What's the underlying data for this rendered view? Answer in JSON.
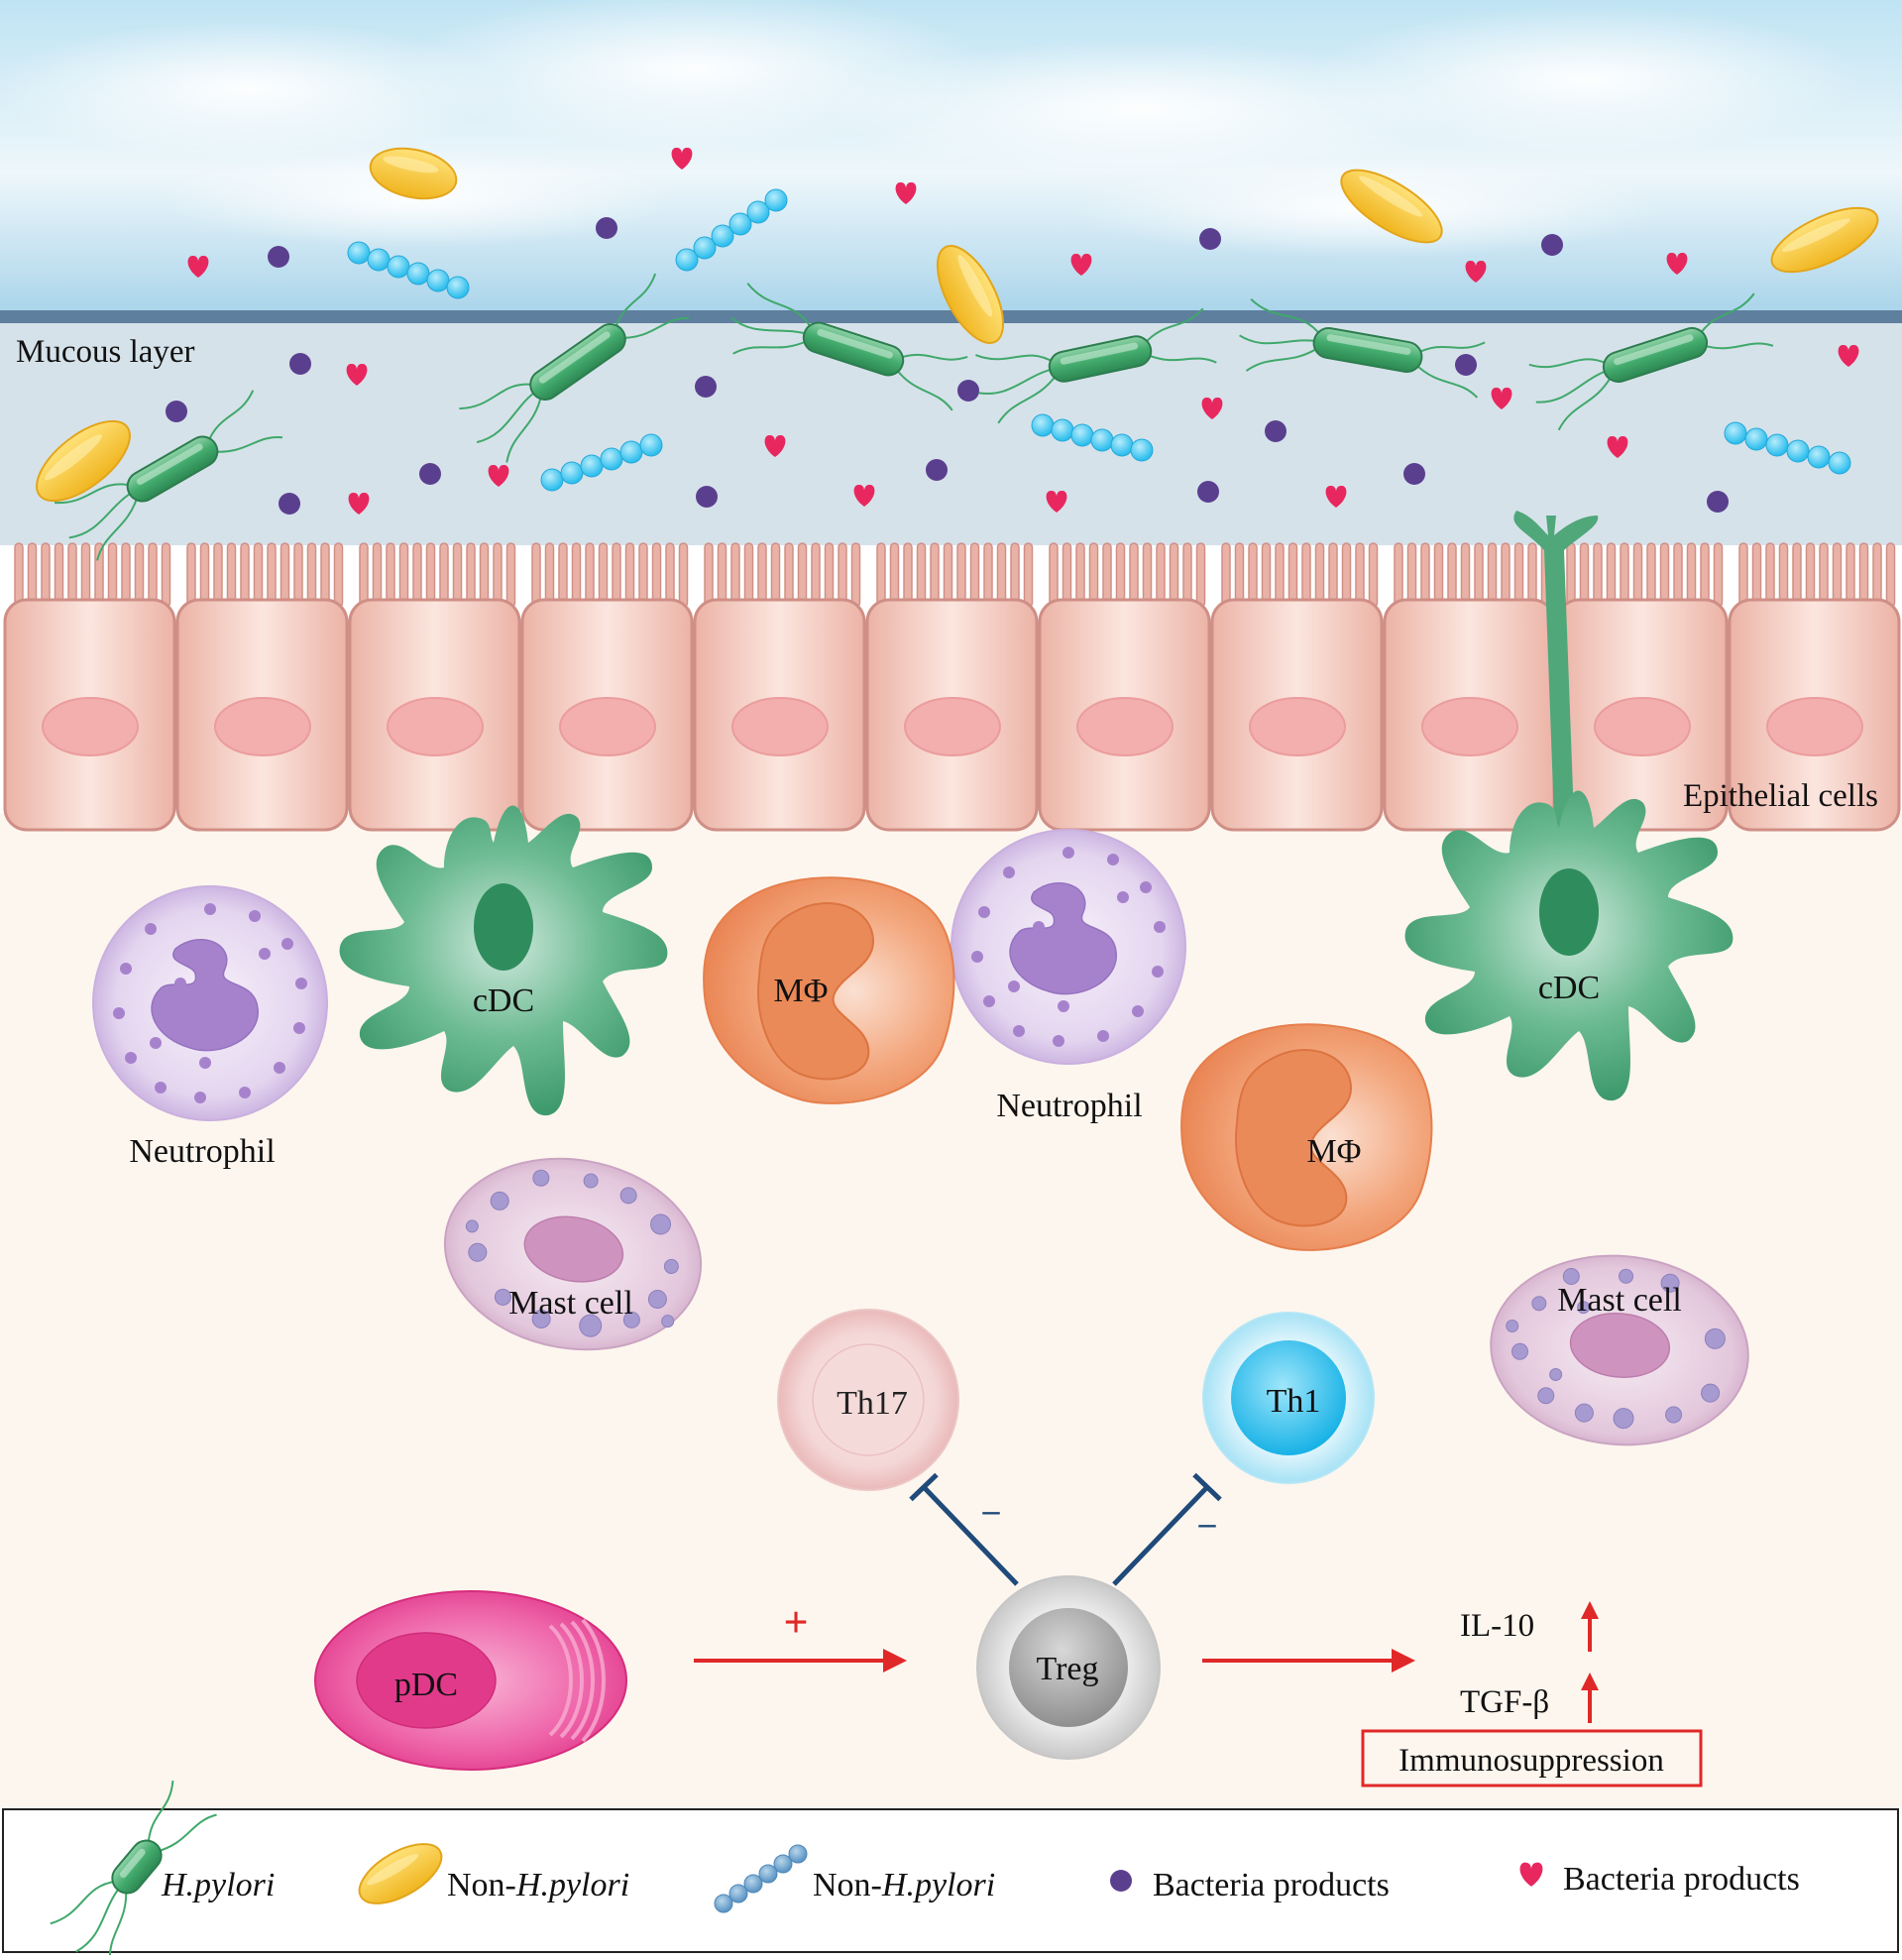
{
  "labels": {
    "mucous_layer": "Mucous layer",
    "epithelial_cells": "Epithelial cells",
    "neutrophil": "Neutrophil",
    "cdc": "cDC",
    "macrophage": "MΦ",
    "mast_cell": "Mast cell",
    "th17": "Th17",
    "th1": "Th1",
    "treg": "Treg",
    "pdc": "pDC",
    "il10": "IL-10",
    "tgfb": "TGF-β",
    "immunosuppression": "Immunosuppression",
    "plus_sign": "+",
    "minus_sign": "–"
  },
  "legend": [
    {
      "icon": "h-pylori-icon",
      "text": "H.pylori"
    },
    {
      "icon": "non-h-pylori-oval-icon",
      "prefix": "Non-",
      "italic": "H.pylori"
    },
    {
      "icon": "non-h-pylori-chain-icon",
      "prefix": "Non-",
      "italic": "H.pylori"
    },
    {
      "icon": "purple-dot-icon",
      "text": "Bacteria products"
    },
    {
      "icon": "heart-icon",
      "text": "Bacteria products"
    }
  ],
  "colors": {
    "mucus_top": "#a9d6ea",
    "mucus_band": "#5f7f9f",
    "mucus_layer": "#d6e2ea",
    "epithelium": "#f2c7bc",
    "epithelium_border": "#cf8f86",
    "nucleus": "#f3aeae",
    "lamina": "#fdf6ee",
    "neutrophil": "#e3d6ef",
    "neutrophil_nucleus": "#a782cc",
    "cdc": "#4fa77a",
    "macrophage": "#ef9a6e",
    "mast_cell": "#e7cfe1",
    "th17": "#f1c9c9",
    "th1": "#3ec6ee",
    "treg": "#b9b9b9",
    "pdc": "#ea4f9c",
    "h_pylori": "#3fa86a",
    "non_h_pylori_oval": "#f5c83a",
    "non_h_pylori_chain": "#52c8ee",
    "purple_dot": "#5b3f8f",
    "heart": "#e8275f",
    "arrow_red": "#e02828",
    "inhibit_blue": "#1f4a7a"
  }
}
